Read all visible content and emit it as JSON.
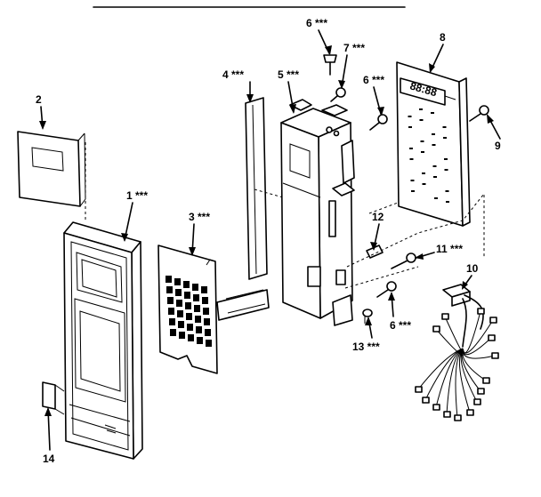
{
  "callouts": [
    {
      "id": "c2",
      "text": "2"
    },
    {
      "id": "c1",
      "text": "1 ***"
    },
    {
      "id": "c3",
      "text": "3 ***"
    },
    {
      "id": "c4",
      "text": "4 ***"
    },
    {
      "id": "c5",
      "text": "5 ***"
    },
    {
      "id": "c6a",
      "text": "6 ***"
    },
    {
      "id": "c7",
      "text": "7 ***"
    },
    {
      "id": "c6b",
      "text": "6 ***"
    },
    {
      "id": "c8",
      "text": "8"
    },
    {
      "id": "c9",
      "text": "9"
    },
    {
      "id": "c12",
      "text": "12"
    },
    {
      "id": "c11",
      "text": "11 ***"
    },
    {
      "id": "c10",
      "text": "10"
    },
    {
      "id": "c6c",
      "text": "6 ***"
    },
    {
      "id": "c13",
      "text": "13 ***"
    },
    {
      "id": "c14",
      "text": "14"
    }
  ],
  "display_digits": "88:88"
}
